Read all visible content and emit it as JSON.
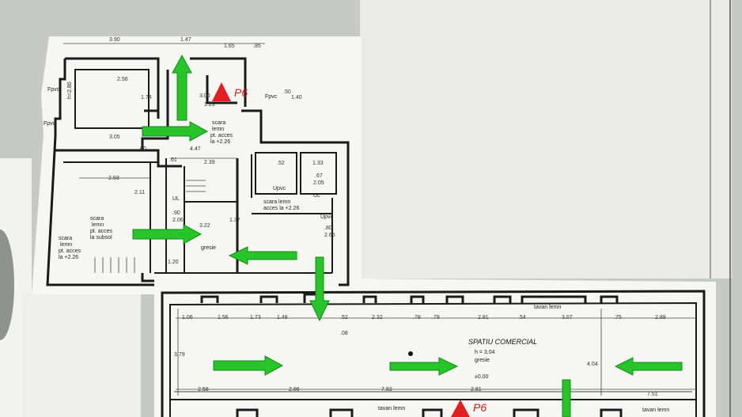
{
  "plan": {
    "dims_top": [
      "3.90",
      "1.47",
      "1.65",
      ".85"
    ],
    "dims_upper": [
      "2.56",
      "1.74",
      "3.05",
      ".60",
      "2.93",
      "2.11",
      "2.39",
      ".61",
      "3.22",
      ".90",
      "2.06",
      "1.20",
      "1.33",
      ".67",
      "2.05",
      ".52",
      ".80",
      "2.65",
      "4.47",
      "3.00",
      "1.29",
      "1.40",
      ".50",
      "1.37"
    ],
    "dims_lower": [
      "1.06",
      "1.56",
      "1.73",
      "1.48",
      ".52",
      "2.32",
      ".78",
      ".79",
      "2.81",
      ".54",
      "3.07",
      ".75",
      "2.88",
      "2.58",
      "2.86",
      "7.83",
      "2.81",
      "7.51",
      "3.79",
      "4.04",
      ".08"
    ],
    "rooms": {
      "stair_upper": [
        "scara",
        "lemn",
        "pt. acces",
        "la +2.26"
      ],
      "stair_left_a": [
        "scara",
        "lemn",
        "pt. acces",
        "la subsol"
      ],
      "stair_left_b": [
        "scara",
        "lemn",
        "pt. acces",
        "la +2.26"
      ],
      "stair_mid": [
        "scara lemn",
        "acces la +2.26"
      ],
      "wc1": "UL",
      "wc2": "UL",
      "upvc1": "Upvc",
      "upvc2": "Upvc",
      "fpvc1": "Fpvc",
      "fpvc2": "Fpvc",
      "fpvc3": "Fpvc",
      "gresie": "gresie",
      "hgt": "h=2.80",
      "commercial_title": "SPATIU COMERCIAL",
      "commercial_h": "h = 3,04",
      "commercial_floor": "gresie",
      "commercial_level": "±0.00",
      "ceiling1": "tavan lemn",
      "ceiling2": "tavan lemn",
      "ceiling3": "tavan lemn"
    },
    "markers": {
      "extinguisher_label": "P6",
      "extinguisher_label2": "P6"
    }
  },
  "colors": {
    "arrow": "#27c42a",
    "arrow_stroke": "#138a17",
    "marker": "#e02020",
    "wall": "#1a1a1a",
    "paper": "#f6f6f3",
    "board": "#c9ccc7"
  }
}
